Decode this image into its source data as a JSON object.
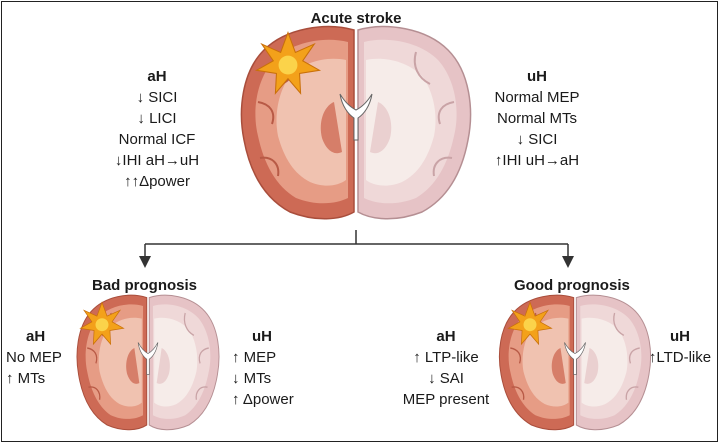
{
  "title": "Acute stroke",
  "acute": {
    "affected": {
      "heading": "aH",
      "lines": [
        "↓ SICI",
        "↓ LICI",
        "Normal ICF",
        "↓IHI aH→uH",
        "↑↑Δpower"
      ]
    },
    "unaffected": {
      "heading": "uH",
      "lines": [
        "Normal MEP",
        "Normal MTs",
        "↓ SICI",
        "↑IHI uH→aH"
      ]
    }
  },
  "bad": {
    "title": "Bad prognosis",
    "affected": {
      "heading": "aH",
      "lines": [
        "No MEP",
        "↑ MTs"
      ]
    },
    "unaffected": {
      "heading": "uH",
      "lines": [
        "↑ MEP",
        "↓ MTs",
        "↑ Δpower"
      ]
    }
  },
  "good": {
    "title": "Good prognosis",
    "affected": {
      "heading": "aH",
      "lines": [
        "↑ LTP-like",
        "↓ SAI",
        "MEP present"
      ]
    },
    "unaffected": {
      "heading": "uH",
      "lines": [
        "↑LTD-like"
      ]
    }
  },
  "colors": {
    "affected_cortex": "#cd6a55",
    "affected_inner": "#f0c2b0",
    "unaffected_cortex": "#e6c3c6",
    "unaffected_inner": "#f6ece9",
    "star_outer": "#f3a11a",
    "star_inner": "#fbd34a",
    "line": "#333333"
  }
}
